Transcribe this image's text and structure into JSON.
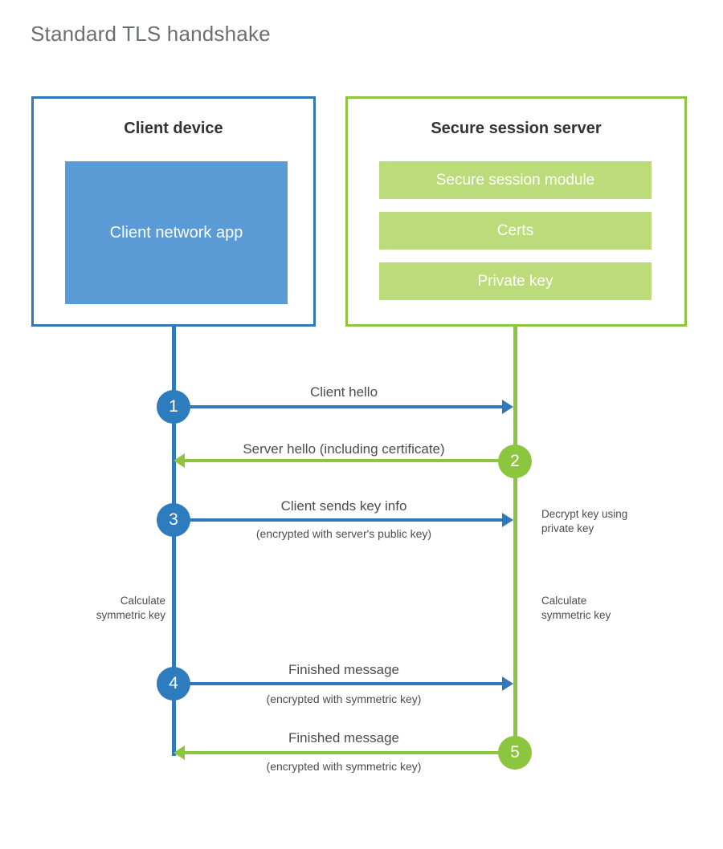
{
  "title": "Standard TLS handshake",
  "colors": {
    "client_border": "#3178ba",
    "client_fill": "#5b9bd5",
    "client_circle": "#2d7cbe",
    "server_border": "#8cc63e",
    "server_fill": "#bcdc7b",
    "server_circle": "#8cc63e",
    "text": "#4d4d4f",
    "title_text": "#6d6e71",
    "background": "#ffffff"
  },
  "client": {
    "title": "Client device",
    "app_label": "Client network app"
  },
  "server": {
    "title": "Secure session server",
    "blocks": [
      {
        "label": "Secure session module"
      },
      {
        "label": "Certs"
      },
      {
        "label": "Private key"
      }
    ]
  },
  "steps": [
    {
      "number": "1",
      "label": "Client hello",
      "sub": "",
      "direction": "client-to-server",
      "color": "blue"
    },
    {
      "number": "2",
      "label": "Server hello (including certificate)",
      "sub": "",
      "direction": "server-to-client",
      "color": "green"
    },
    {
      "number": "3",
      "label": "Client sends key info",
      "sub": "(encrypted with server's public key)",
      "direction": "client-to-server",
      "color": "blue"
    },
    {
      "number": "4",
      "label": "Finished message",
      "sub": "(encrypted with symmetric key)",
      "direction": "client-to-server",
      "color": "blue"
    },
    {
      "number": "5",
      "label": "Finished message",
      "sub": "(encrypted with symmetric key)",
      "direction": "server-to-client",
      "color": "green"
    }
  ],
  "annotations": {
    "decrypt_key": "Decrypt key using\nprivate key",
    "decrypt_key_line1": "Decrypt key using",
    "decrypt_key_line2": "private key",
    "client_calc_line1": "Calculate",
    "client_calc_line2": "symmetric key",
    "server_calc_line1": "Calculate",
    "server_calc_line2": "symmetric key"
  }
}
